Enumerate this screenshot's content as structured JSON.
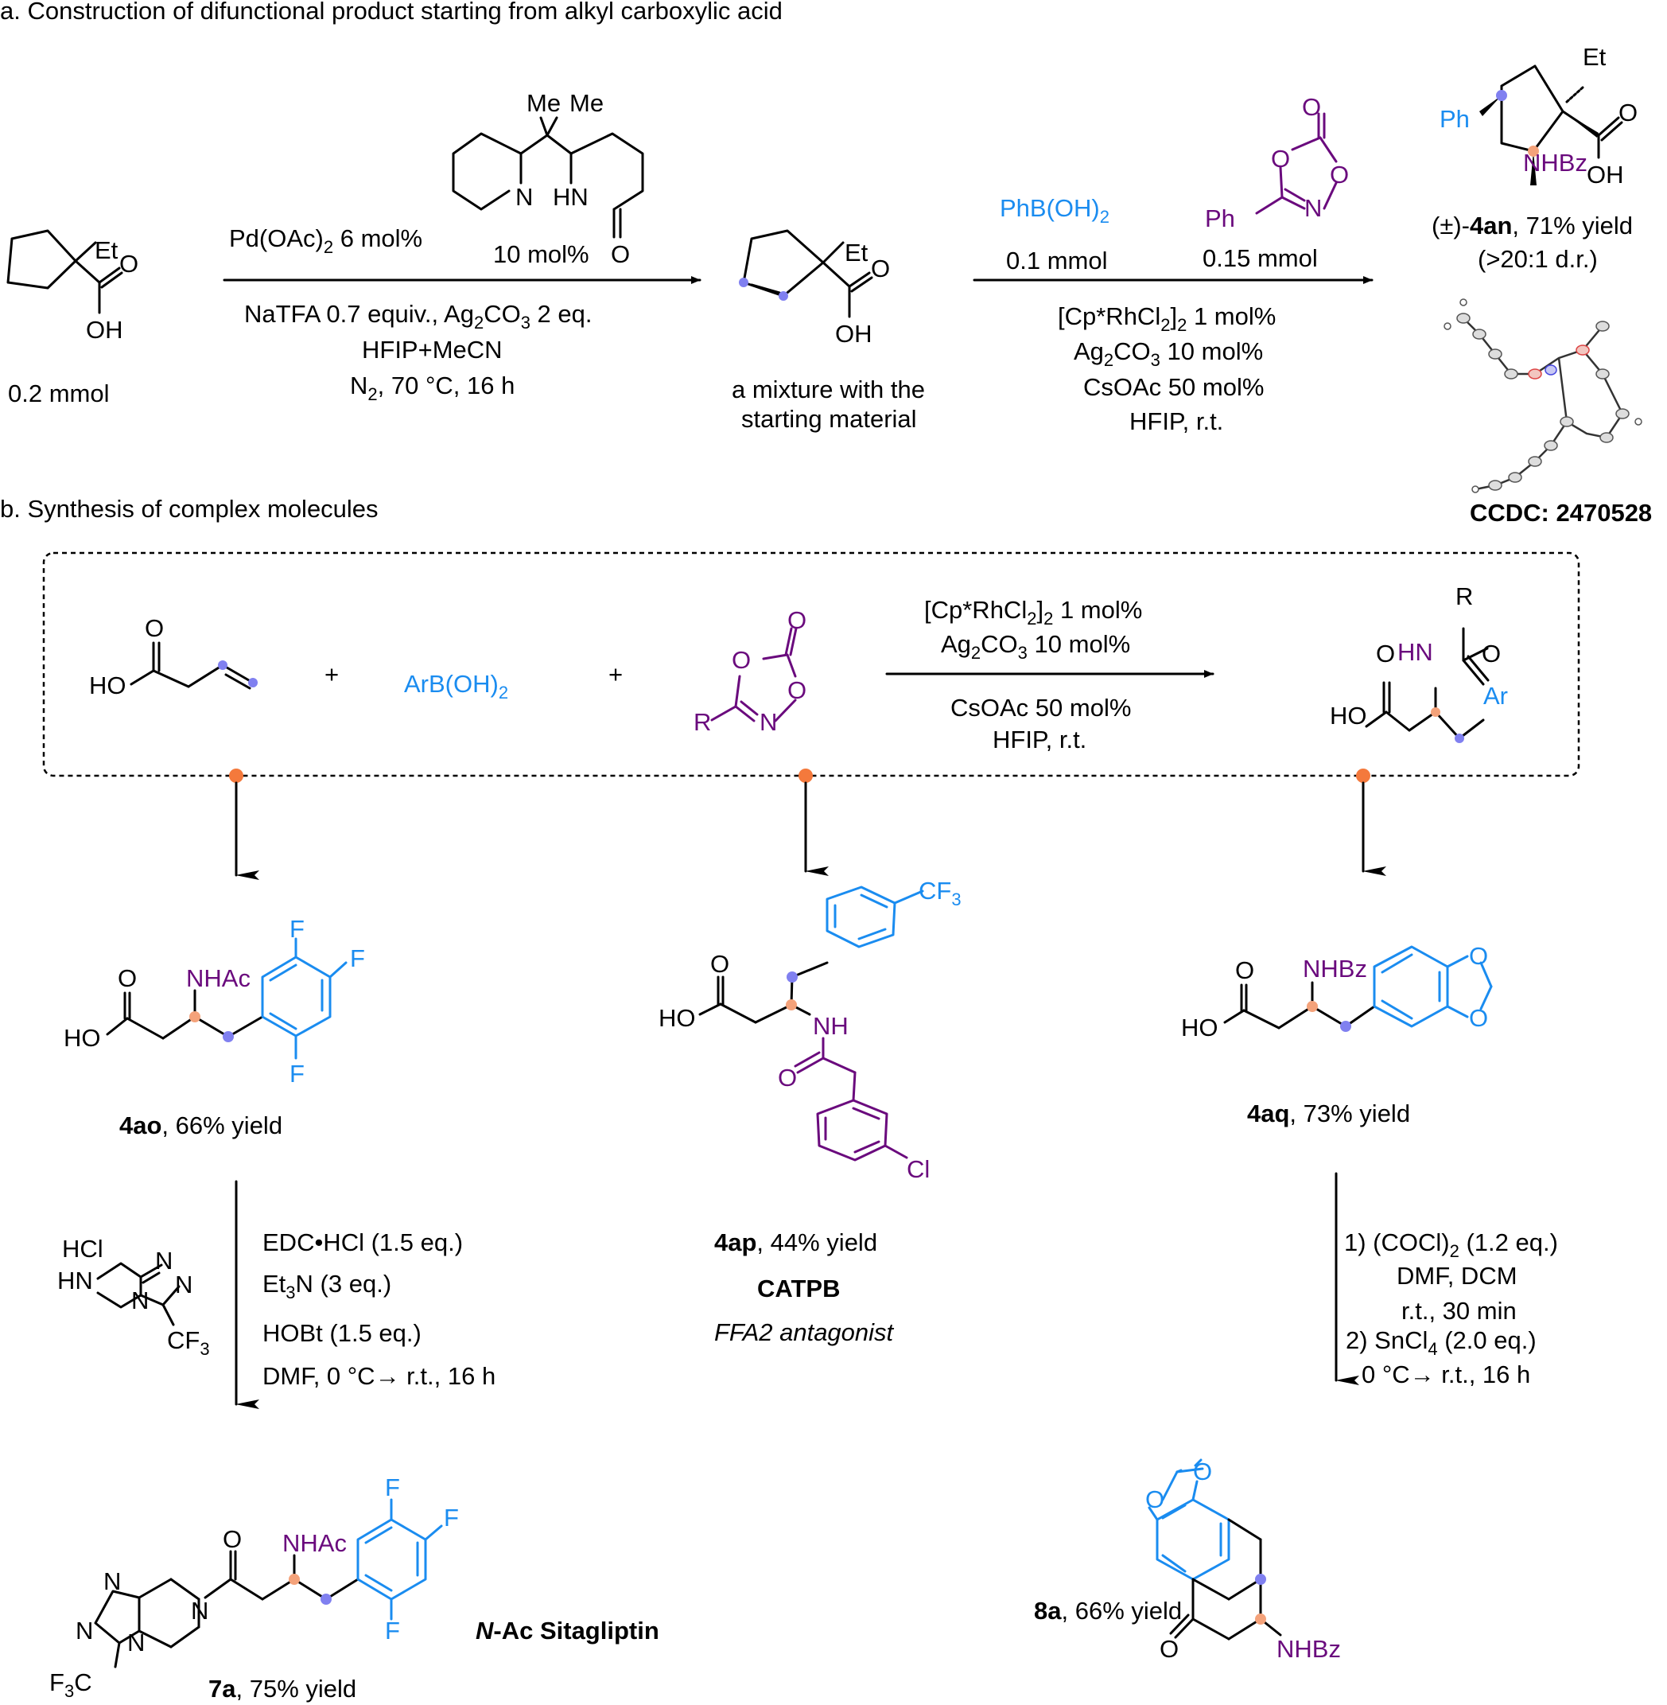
{
  "section_a": {
    "title": "a. Construction of difunctional product starting from alkyl carboxylic acid",
    "starting_material": {
      "substituent": "Et",
      "o": "O",
      "oh": "OH",
      "amount": "0.2 mmol"
    },
    "step1": {
      "ligand_me1": "Me",
      "ligand_me2": "Me",
      "ligand_n": "N",
      "ligand_hn": "HN",
      "ligand_o": "O",
      "catalyst": "Pd(OAc)",
      "catalyst_sub": "2",
      "catalyst_load": " 6 mol%",
      "ligand_load": "10 mol%",
      "cond1_a": "NaTFA 0.7 equiv., Ag",
      "cond1_sub1": "2",
      "cond1_b": "CO",
      "cond1_sub2": "3",
      "cond1_c": " 2 eq.",
      "cond2": "HFIP+MeCN",
      "cond3_a": "N",
      "cond3_sub": "2",
      "cond3_b": ", 70 °C, 16 h"
    },
    "intermediate": {
      "substituent": "Et",
      "o": "O",
      "oh": "OH",
      "note_line1": "a mixture with the",
      "note_line2": "starting material"
    },
    "step2": {
      "boronic": "PhB(OH)",
      "boronic_sub": "2",
      "boronic_amount": "0.1 mmol",
      "dioxazolone_ph": "Ph",
      "dioxazolone_o_top": "O",
      "dioxazolone_o1": "O",
      "dioxazolone_o2": "O",
      "dioxazolone_n": "N",
      "dioxazolone_amount": "0.15 mmol",
      "cond1_a": "[Cp*RhCl",
      "cond1_sub1": "2",
      "cond1_b": "]",
      "cond1_sub2": "2",
      "cond1_c": " 1 mol%",
      "cond2_a": "Ag",
      "cond2_sub1": "2",
      "cond2_b": "CO",
      "cond2_sub2": "3",
      "cond2_c": " 10 mol%",
      "cond3": "CsOAc 50 mol%",
      "cond4": "HFIP, r.t."
    },
    "product": {
      "ph": "Ph",
      "et": "Et",
      "o": "O",
      "oh": "OH",
      "nhbz": "NHBz",
      "label_pre": "(±)-",
      "label_bold": "4an",
      "label_post": ", 71% yield",
      "dr": "(>20:1 d.r.)",
      "ccdc": "CCDC: 2470528"
    }
  },
  "section_b": {
    "title": "b. Synthesis of  complex molecules",
    "general": {
      "acid_o": "O",
      "acid_ho": "HO",
      "plus1": "+",
      "plus2": "+",
      "aryl_boronic": "ArB(OH)",
      "aryl_boronic_sub": "2",
      "diox_o_top": "O",
      "diox_o1": "O",
      "diox_o2": "O",
      "diox_n": "N",
      "diox_r": "R",
      "cond1_a": "[Cp*RhCl",
      "cond1_sub1": "2",
      "cond1_b": "]",
      "cond1_sub2": "2",
      "cond1_c": " 1 mol%",
      "cond2_a": "Ag",
      "cond2_sub1": "2",
      "cond2_b": "CO",
      "cond2_sub2": "3",
      "cond2_c": " 10 mol%",
      "cond3": "CsOAc 50 mol%",
      "cond4": "HFIP, r.t.",
      "prod_r": "R",
      "prod_hn": "HN",
      "prod_o1": "O",
      "prod_o2": "O",
      "prod_ho": "HO",
      "prod_ar": "Ar"
    },
    "compound_4ao": {
      "o": "O",
      "ho": "HO",
      "nhac": "NHAc",
      "f1": "F",
      "f2": "F",
      "f3": "F",
      "label_bold": "4ao",
      "label_rest": ", 66% yield"
    },
    "step_7a": {
      "reagent_hcl": "HCl",
      "reagent_hn": "HN",
      "reagent_n1": "N",
      "reagent_n2": "N",
      "reagent_n3": "N",
      "reagent_cf3": "CF",
      "reagent_cf3_sub": "3",
      "cond1": "EDC•HCl (1.5 eq.)",
      "cond2_a": "Et",
      "cond2_sub": "3",
      "cond2_b": "N (3 eq.)",
      "cond3": "HOBt (1.5 eq.)",
      "cond4": "DMF, 0 °C→ r.t., 16 h"
    },
    "compound_7a": {
      "o": "O",
      "nhac": "NHAc",
      "f1": "F",
      "f2": "F",
      "f3": "F",
      "n1": "N",
      "n2": "N",
      "n3": "N",
      "n4": "N",
      "f3c_a": "F",
      "f3c_sub": "3",
      "f3c_b": "C",
      "name_italic": "N",
      "name_rest": "-Ac Sitagliptin",
      "label_bold": "7a",
      "label_rest": ", 75% yield"
    },
    "compound_4ap": {
      "o": "O",
      "ho": "HO",
      "nh": "NH",
      "o2": "O",
      "cl": "Cl",
      "cf3": "CF",
      "cf3_sub": "3",
      "label_bold": "4ap",
      "label_rest": ", 44% yield",
      "name": "CATPB",
      "activity": "FFA2 antagonist"
    },
    "compound_4aq": {
      "o": "O",
      "ho": "HO",
      "nhbz": "NHBz",
      "o_ring1": "O",
      "o_ring2": "O",
      "label_bold": "4aq",
      "label_rest": ", 73% yield"
    },
    "step_8a": {
      "cond1_a": "1) (COCl)",
      "cond1_sub": "2",
      "cond1_b": " (1.2 eq.)",
      "cond2": "DMF, DCM",
      "cond3": "r.t., 30 min",
      "cond4_a": "2) SnCl",
      "cond4_sub": "4",
      "cond4_b": " (2.0 eq.)",
      "cond5": "0 °C→ r.t., 16 h"
    },
    "compound_8a": {
      "o_ring1": "O",
      "o_ring2": "O",
      "o_ketone": "O",
      "nhbz": "NHBz",
      "label_bold": "8a",
      "label_rest": ", 66% yield"
    }
  },
  "colors": {
    "aryl_blue": "#1a8cf0",
    "amide_purple": "#6a0a7d",
    "site_blue_dot": "#8080f0",
    "site_orange_dot": "#f4a27a",
    "branch_orange": "#f4793c"
  }
}
